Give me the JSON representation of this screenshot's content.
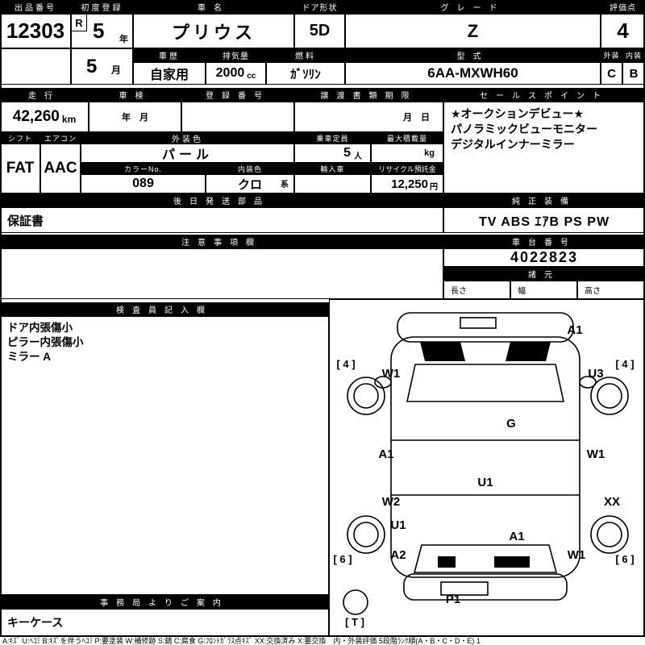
{
  "top": {
    "exhibit_label": "出品番号",
    "exhibit_no": "12303",
    "first_reg_label": "初度登録",
    "era": "R",
    "year": "5",
    "year_unit": "年",
    "month": "5",
    "month_unit": "月",
    "name_label": "車名",
    "name": "プリウス",
    "doors_label": "ドア形状",
    "doors": "5D",
    "grade_label": "グレード",
    "grade": "Z",
    "score_label": "評価点",
    "score": "4",
    "history_label": "車歴",
    "history": "自家用",
    "disp_label": "排気量",
    "disp": "2000",
    "disp_unit": "cc",
    "fuel_label": "燃料",
    "fuel": "ｶﾞｿﾘﾝ",
    "model_label": "型式",
    "model": "6AA-MXWH60",
    "ext_label": "外装",
    "int_label": "内装",
    "ext_score": "C",
    "int_score": "B"
  },
  "row2": {
    "mileage_label": "走行",
    "mileage": "42,260",
    "mileage_unit": "km",
    "shaken_label": "車検",
    "shaken_value": "年　月",
    "regno_label": "登録番号",
    "transfer_label": "譲渡書類期限",
    "transfer_value": "月　日",
    "sales_label": "セールスポイント",
    "sales_lines": [
      "★オークションデビュー★",
      "パノラミックビューモニター",
      "デジタルインナーミラー"
    ]
  },
  "specs": {
    "shift_label": "シフト",
    "shift": "FAT",
    "ac_label": "エアコン",
    "ac": "AAC",
    "ext_color_label": "外装色",
    "ext_color": "パール",
    "capacity_label": "乗車定員",
    "capacity": "5",
    "capacity_unit": "人",
    "payload_label": "最大積載量",
    "payload_unit": "kg",
    "color_no_label": "カラーNo.",
    "color_no": "089",
    "int_color_label": "内装色",
    "int_color": "クロ",
    "int_color_suffix": "系",
    "import_label": "輸入車",
    "recycle_label": "リサイクル預託金",
    "recycle": "12,250",
    "recycle_unit": "円"
  },
  "parts": {
    "label": "後日発送部品",
    "value": "保証書"
  },
  "equipment": {
    "label": "純正装備",
    "value": "TV ABS ｴｱB PS PW"
  },
  "notes": {
    "label": "注意事項欄"
  },
  "chassis": {
    "label": "車台番号",
    "value": "4022823"
  },
  "dims": {
    "label": "諸元",
    "length_label": "長さ",
    "width_label": "幅",
    "height_label": "高さ"
  },
  "inspector": {
    "label": "検査員記入欄",
    "lines": [
      "ドア内張傷小",
      "ピラー内張傷小",
      "ミラー A"
    ]
  },
  "office": {
    "label": "事務局よりご案内",
    "value": "キーケース"
  },
  "diagram": {
    "marks": {
      "front_right": "A1",
      "tire_front_left": "[ 4 ]",
      "front_left": "W1",
      "front_right_upper": "U3",
      "tire_front_right": "[ 4 ]",
      "windshield": "G",
      "left_door": "A1",
      "right_door": "W1",
      "roof": "U1",
      "left_rear_door": "W2",
      "right_rear_quarter": "XX",
      "left_rear": "U1",
      "rear_center": "A1",
      "left_rear_corner": "A2",
      "tire_rear_left": "[ 6 ]",
      "right_rear": "W1",
      "tire_rear_right": "[ 6 ]",
      "rear_bumper": "P1",
      "spare": "[ T ]"
    }
  },
  "legend": "A:ｷｽﾞ U:ﾍｺﾐ B:ｷｽﾞを伴うﾍｺﾐ P:要塗装 W:補修跡 S:錆 C:腐食 G:ﾌﾛﾝﾄｶﾞﾗｽ点ｷｽﾞ XX:交換済み X:要交換　内・外装評価 5段階ﾗﾝｸ順(A・B・C・D・E) 1"
}
